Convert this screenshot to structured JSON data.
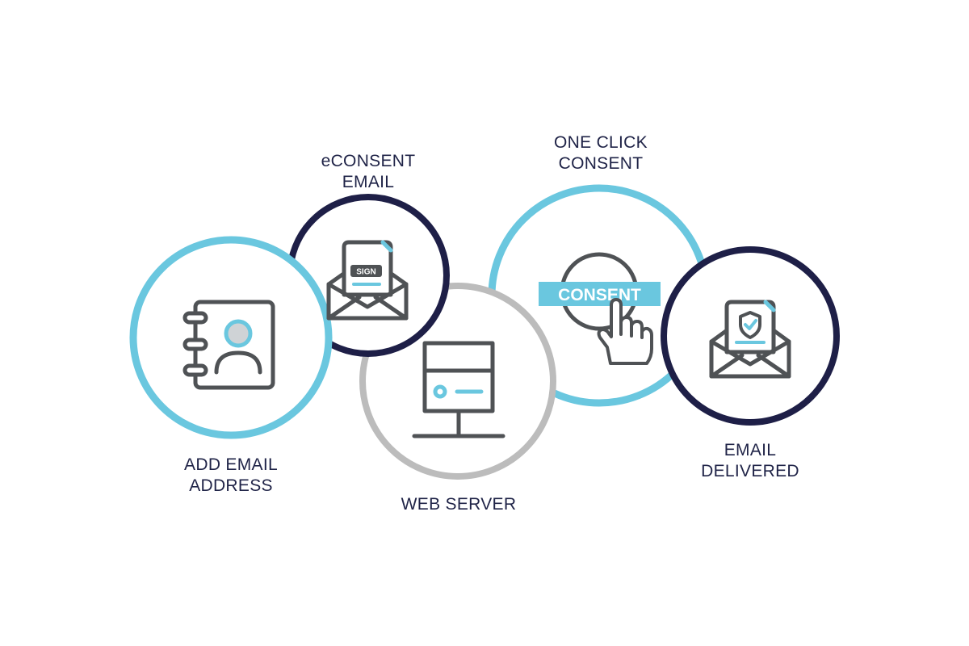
{
  "diagram": {
    "colors": {
      "light_blue": "#6ac7df",
      "navy": "#1e1f47",
      "gray_ring": "#bcbcbc",
      "icon_gray": "#4f5255",
      "label_text": "#1f2347"
    },
    "steps": [
      {
        "id": "add-email-address",
        "icon": "address-book-icon",
        "ring": "light_blue",
        "label_lines": [
          "ADD EMAIL",
          "ADDRESS"
        ]
      },
      {
        "id": "econsent-email",
        "icon": "sign-envelope-icon",
        "ring": "navy",
        "label_lines": [
          "eCONSENT",
          "EMAIL"
        ],
        "badge_text": "SIGN"
      },
      {
        "id": "web-server",
        "icon": "server-icon",
        "ring": "gray_ring",
        "label_lines": [
          "WEB SERVER"
        ]
      },
      {
        "id": "one-click-consent",
        "icon": "consent-click-icon",
        "ring": "light_blue",
        "label_lines": [
          "ONE CLICK",
          "CONSENT"
        ],
        "button_text": "CONSENT"
      },
      {
        "id": "email-delivered",
        "icon": "shield-envelope-icon",
        "ring": "navy",
        "label_lines": [
          "EMAIL",
          "DELIVERED"
        ]
      }
    ]
  }
}
